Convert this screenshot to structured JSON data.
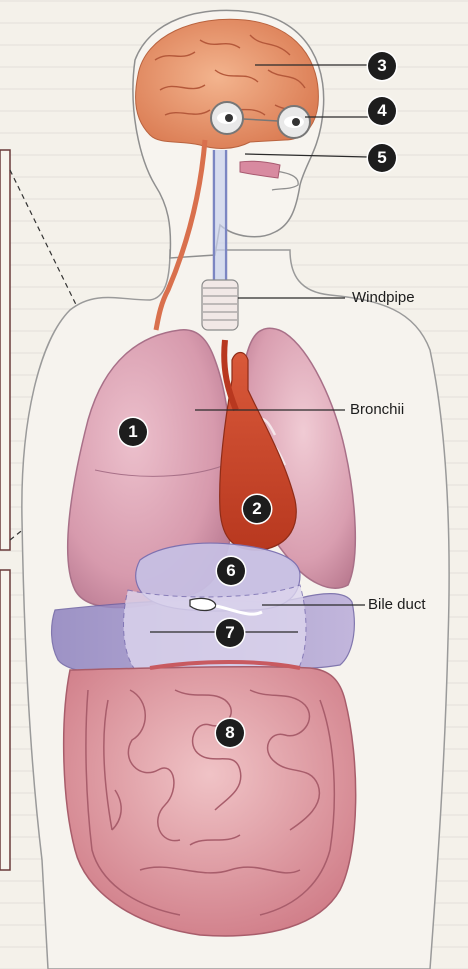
{
  "labels": {
    "windpipe": "Windpipe",
    "bronchii": "Bronchii",
    "bile_duct": "Bile duct"
  },
  "markers": [
    "1",
    "2",
    "3",
    "4",
    "5",
    "6",
    "7",
    "8"
  ],
  "colors": {
    "brain": "#e8956e",
    "lung": "#d9a0b0",
    "heart": "#c9452c",
    "intestine": "#d98a95",
    "organ_purple": "#9b8fc4",
    "outline": "#9a9a9a",
    "badge": "#1d1d1d"
  }
}
